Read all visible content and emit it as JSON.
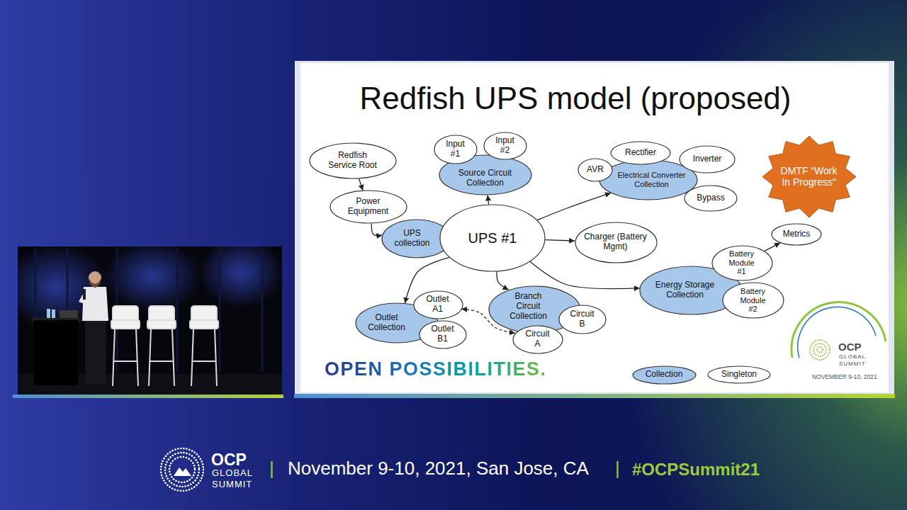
{
  "diagram": {
    "title": "Redfish UPS model (proposed)",
    "nodes": [
      {
        "text": [
          "Redfish Service Root"
        ]
      },
      {
        "text": [
          "Source Circuit Collection"
        ]
      },
      {
        "text": [
          "Input #1"
        ],
        "in": 1
      },
      {
        "text": [
          "Input #2"
        ],
        "in": 1
      },
      {
        "text": [
          "Electrical Converter Collection"
        ]
      },
      {
        "text": [
          "AVR"
        ],
        "in": 4
      },
      {
        "text": [
          "Rectifier"
        ],
        "in": 4
      },
      {
        "text": [
          "Inverter"
        ],
        "in": 4
      },
      {
        "text": [
          "Bypass"
        ],
        "in": 4
      },
      {
        "text": [
          "DMTF “Work In Progress”"
        ]
      },
      {
        "text": [
          "Power Equipment"
        ]
      },
      {
        "text": [
          "UPS collection"
        ]
      },
      {
        "text": [
          "UPS #1"
        ]
      },
      {
        "text": [
          "Charger (Battery Mgmt)"
        ]
      },
      {
        "text": [
          "Metrics"
        ]
      },
      {
        "text": [
          "Energy Storage Collection"
        ]
      },
      {
        "text": [
          "Battery Module #1"
        ],
        "in": 15
      },
      {
        "text": [
          "Battery Module #2"
        ],
        "in": 15
      },
      {
        "text": [
          "Outlet Collection"
        ]
      },
      {
        "text": [
          "Outlet A1"
        ],
        "in": 18
      },
      {
        "text": [
          "Outlet B1"
        ],
        "in": 18
      },
      {
        "text": [
          "Branch Circuit Collection"
        ]
      },
      {
        "text": [
          "Circuit B"
        ],
        "in": 21
      },
      {
        "text": [
          "Circuit A"
        ],
        "in": 21
      }
    ],
    "edges": [
      {
        "from": 0,
        "to": 10,
        "arrow": "to"
      },
      {
        "from": 10,
        "to": 11,
        "arrow": "to"
      },
      {
        "from": 12,
        "to": 1,
        "arrow": "to"
      },
      {
        "from": 12,
        "to": 4,
        "arrow": "to"
      },
      {
        "from": 12,
        "to": 13,
        "arrow": "to"
      },
      {
        "from": 12,
        "to": 15,
        "arrow": "to"
      },
      {
        "from": 12,
        "to": 18,
        "arrow": "to"
      },
      {
        "from": 12,
        "to": 21,
        "arrow": "to"
      },
      {
        "from": 16,
        "to": 14,
        "arrow": "to"
      },
      {
        "from": 19,
        "to": 23,
        "arrow": "both"
      }
    ],
    "labels": [
      "OPEN POSSIBILITIES.",
      "OCP",
      "GLOBAL",
      "SUMMIT",
      "NOVEMBER 9-10, 2021",
      "OCP",
      "GLOBAL",
      "SUMMIT",
      "|",
      "November 9-10, 2021, San Jose, CA",
      "|",
      "#OCPSummit21"
    ],
    "legend": [
      {
        "text": "Collection",
        "color": "#a7c7ea"
      },
      {
        "text": "Singleton",
        "color": "#ffffff"
      }
    ]
  }
}
